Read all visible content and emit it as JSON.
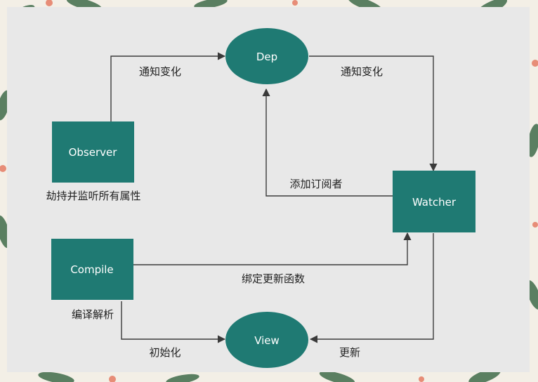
{
  "colors": {
    "node_fill": "#1f7a73",
    "node_text": "#ffffff",
    "edge": "#3a3a3a",
    "label": "#222222",
    "panel": "#e8e8e8",
    "frame_bg": "#f3efe6"
  },
  "nodes": {
    "dep": "Dep",
    "observer": "Observer",
    "watcher": "Watcher",
    "compile": "Compile",
    "view": "View"
  },
  "labels": {
    "observer_to_dep": "通知变化",
    "dep_to_watcher": "通知变化",
    "observer_desc": "劫持并监听所有属性",
    "watcher_to_dep": "添加订阅者",
    "compile_to_watcher": "绑定更新函数",
    "compile_desc": "编译解析",
    "compile_to_view": "初始化",
    "watcher_to_view": "更新"
  }
}
